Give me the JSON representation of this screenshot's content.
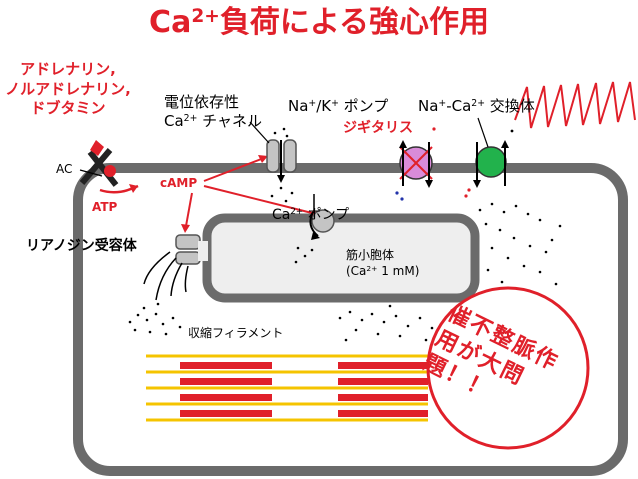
{
  "title": {
    "main": "Ca",
    "sup": "2+",
    "rest": "負荷による強心作用"
  },
  "drugs": [
    "アドレナリン,",
    "ノルアドレナリン,",
    "ドブタミン"
  ],
  "receptor": {
    "ac": "AC",
    "atp": "ATP",
    "camp": "cAMP"
  },
  "ryanodine_label": "リアノジン受容体",
  "l_channel": {
    "line1": "電位依存性",
    "line2_pre": "Ca",
    "line2_sup": "2+",
    "line2_post": " チャネル"
  },
  "na_k_pump": {
    "pre": "Na",
    "sup1": "+",
    "mid": "/K",
    "sup2": "+",
    "post": " ポンプ"
  },
  "digitalis": "ジギタリス",
  "exchanger": {
    "pre": "Na",
    "sup1": "+",
    "mid": "-Ca",
    "sup2": "2+",
    "post": " 交換体"
  },
  "serca": {
    "pre": "Ca",
    "sup": "2+",
    "post": " ポンプ"
  },
  "sr": {
    "line1": "筋小胞体",
    "line2_pre": "(Ca",
    "line2_sup": "2+",
    "line2_post": " 1 mM)"
  },
  "filament_label": "収縮フィラメント",
  "arrhythmia": "催不整脈作用が大問題！！",
  "colors": {
    "red": "#e0202a",
    "cell_border": "#6b6b6b",
    "sr_fill": "#eeeeee",
    "pump_purple": "#d98bd9",
    "exchanger_green": "#22b24c",
    "filament_yellow": "#f5c400"
  }
}
